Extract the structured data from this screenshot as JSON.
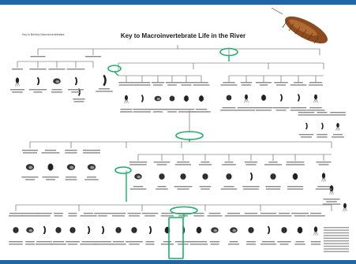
{
  "poster": {
    "title": "Key to Macroinvertebrate Life in the River",
    "subtitle": "Key to Benthic Macroinvertebrates"
  },
  "colors": {
    "frame": "#1f66a8",
    "highlight": "#1fae6b",
    "line": "#555555",
    "ink": "#222222"
  },
  "icons": {
    "header_photo": "larva-photo-icon",
    "organisms": "organism-silhouette-icon",
    "legend": "striped-legend-block"
  }
}
